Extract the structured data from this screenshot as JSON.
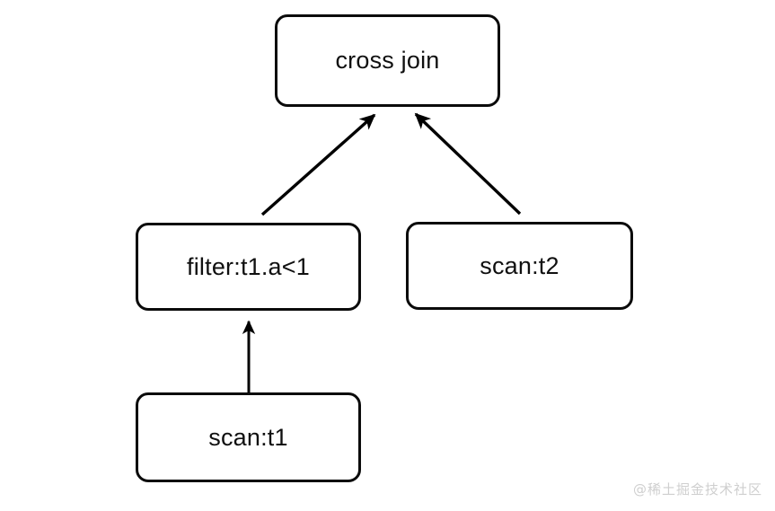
{
  "diagram": {
    "type": "query-plan-tree",
    "background_color": "#ffffff",
    "node_border_color": "#0b0b0b",
    "node_fill_color": "#ffffff",
    "edge_color": "#000000",
    "nodes": [
      {
        "id": "cross-join",
        "label": "cross join"
      },
      {
        "id": "filter",
        "label": "filter:t1.a<1"
      },
      {
        "id": "scan-t2",
        "label": "scan:t2"
      },
      {
        "id": "scan-t1",
        "label": "scan:t1"
      }
    ],
    "edges": [
      {
        "id": "filter-to-cross-join",
        "from": "filter",
        "to": "cross-join",
        "style": "arrow"
      },
      {
        "id": "scan-t2-to-cross-join",
        "from": "scan-t2",
        "to": "cross-join",
        "style": "arrow"
      },
      {
        "id": "scan-t1-to-filter",
        "from": "scan-t1",
        "to": "filter",
        "style": "arrow"
      }
    ]
  },
  "watermark": {
    "text": "@稀土掘金技术社区",
    "color": "#cfcfcf"
  }
}
